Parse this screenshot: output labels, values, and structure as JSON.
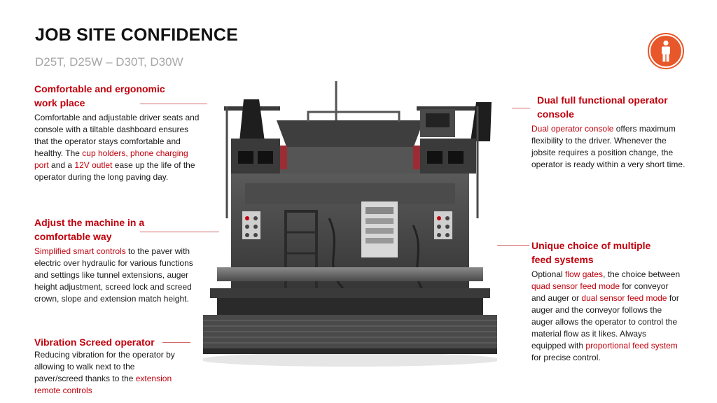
{
  "page": {
    "title": "JOB SITE CONFIDENCE",
    "subtitle": "D25T, D25W – D30T, D30W",
    "badge_icon": "person-icon"
  },
  "colors": {
    "accent_red": "#c0000c",
    "badge_orange": "#e8572a",
    "subtitle_grey": "#a6a6a6"
  },
  "machine_image": {
    "icon": "paver-machine-rear-view"
  },
  "sections": {
    "ergonomic": {
      "heading_line1": "Comfortable and ergonomic",
      "heading_line2": "work place",
      "t1": "Comfortable and adjustable driver seats and console with a tiltable dashboard ensures that the operator stays comfortable and healthy. The ",
      "h1": "cup holders, phone charging port",
      "t2": " and a ",
      "h2": "12V outlet",
      "t3": " ease up the life of the operator during the long paving day."
    },
    "adjust": {
      "heading_line1": "Adjust the machine in a",
      "heading_line2": "comfortable way",
      "h1": "Simplified smart controls",
      "t1": " to the paver with electric over hydraulic  for various functions and settings like tunnel extensions, auger height adjustment, screed lock and screed crown, slope and extension match height."
    },
    "vibration": {
      "heading": "Vibration Screed operator",
      "t1": "Reducing vibration for the operator by allowing to walk next to the paver/screed thanks to the ",
      "h1": "extension remote controls"
    },
    "dual_console": {
      "heading_line1": "Dual full functional operator",
      "heading_line2": "console",
      "h1": "Dual operator console",
      "t1": " offers maximum flexibility to the driver. Whenever the jobsite requires a position change, the operator is ready within a very short time."
    },
    "feed": {
      "heading_line1": "Unique choice of multiple",
      "heading_line2": "feed systems",
      "t1": "Optional ",
      "h1": "flow gates",
      "t2": ", the choice between ",
      "h2": "quad sensor feed mode",
      "t3": " for conveyor and auger or ",
      "h3": "dual sensor feed mode",
      "t4": " for auger and the conveyor follows the auger allows the operator to control the material flow as it likes. Always equipped with ",
      "h4": "proportional feed system",
      "t5": " for precise control."
    }
  }
}
